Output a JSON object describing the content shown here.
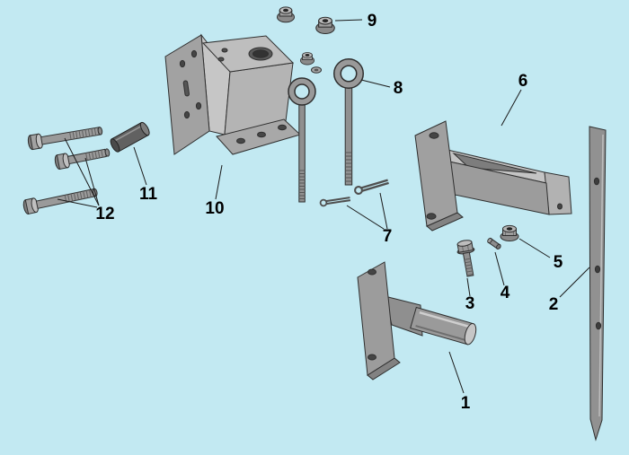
{
  "diagram": {
    "background_color": "#c2e9f2",
    "outline_color": "#2f2f2f",
    "label_color": "#000000",
    "labels": [
      {
        "num": "1",
        "part": "lower-bracket-with-pin"
      },
      {
        "num": "2",
        "part": "flat-anchor-strap"
      },
      {
        "num": "3",
        "part": "hex-flange-bolt"
      },
      {
        "num": "4",
        "part": "small-roll-pin"
      },
      {
        "num": "5",
        "part": "flange-nut"
      },
      {
        "num": "6",
        "part": "upper-mount-bracket"
      },
      {
        "num": "7",
        "part": "cotter-pins"
      },
      {
        "num": "8",
        "part": "eye-bolts"
      },
      {
        "num": "9",
        "part": "flange-nuts"
      },
      {
        "num": "10",
        "part": "saddle-bracket"
      },
      {
        "num": "11",
        "part": "clevis-pin"
      },
      {
        "num": "12",
        "part": "hex-bolts"
      }
    ]
  }
}
